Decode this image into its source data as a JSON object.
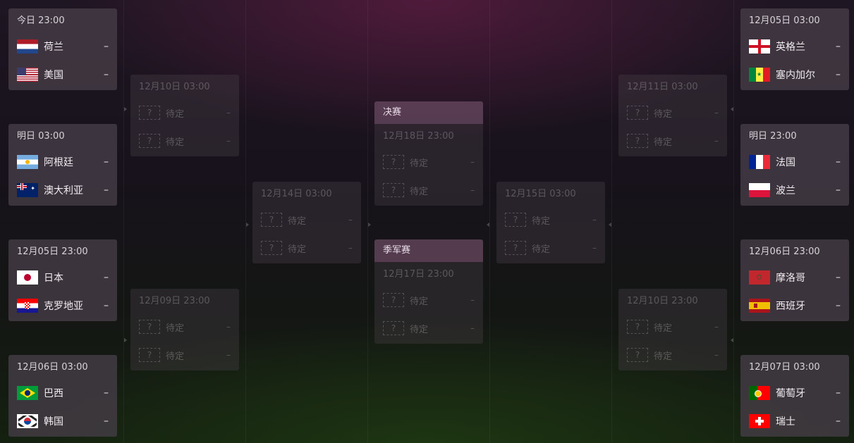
{
  "left_r16": [
    {
      "time": "今日 23:00",
      "teams": [
        {
          "name": "荷兰",
          "flag": "f-nl",
          "score": "–"
        },
        {
          "name": "美国",
          "flag": "f-us",
          "score": "–"
        }
      ]
    },
    {
      "time": "明日 03:00",
      "teams": [
        {
          "name": "阿根廷",
          "flag": "f-ar",
          "score": "–"
        },
        {
          "name": "澳大利亚",
          "flag": "f-au",
          "score": "–"
        }
      ]
    },
    {
      "time": "12月05日 23:00",
      "teams": [
        {
          "name": "日本",
          "flag": "f-jp",
          "score": "–"
        },
        {
          "name": "克罗地亚",
          "flag": "f-hr",
          "score": "–"
        }
      ]
    },
    {
      "time": "12月06日 03:00",
      "teams": [
        {
          "name": "巴西",
          "flag": "f-br",
          "score": "–"
        },
        {
          "name": "韩国",
          "flag": "f-kr",
          "score": "–"
        }
      ]
    }
  ],
  "right_r16": [
    {
      "time": "12月05日 03:00",
      "teams": [
        {
          "name": "英格兰",
          "flag": "f-en",
          "score": "–"
        },
        {
          "name": "塞内加尔",
          "flag": "f-sn",
          "score": "–"
        }
      ]
    },
    {
      "time": "明日 23:00",
      "teams": [
        {
          "name": "法国",
          "flag": "f-fr",
          "score": "–"
        },
        {
          "name": "波兰",
          "flag": "f-pl",
          "score": "–"
        }
      ]
    },
    {
      "time": "12月06日 23:00",
      "teams": [
        {
          "name": "摩洛哥",
          "flag": "f-ma",
          "score": "–"
        },
        {
          "name": "西班牙",
          "flag": "f-es",
          "score": "–"
        }
      ]
    },
    {
      "time": "12月07日 03:00",
      "teams": [
        {
          "name": "葡萄牙",
          "flag": "f-pt",
          "score": "–"
        },
        {
          "name": "瑞士",
          "flag": "f-ch",
          "score": "–"
        }
      ]
    }
  ],
  "left_qf": [
    {
      "time": "12月10日 03:00",
      "teams": [
        {
          "name": "待定",
          "score": "–"
        },
        {
          "name": "待定",
          "score": "–"
        }
      ]
    },
    {
      "time": "12月09日 23:00",
      "teams": [
        {
          "name": "待定",
          "score": "–"
        },
        {
          "name": "待定",
          "score": "–"
        }
      ]
    }
  ],
  "right_qf": [
    {
      "time": "12月11日 03:00",
      "teams": [
        {
          "name": "待定",
          "score": "–"
        },
        {
          "name": "待定",
          "score": "–"
        }
      ]
    },
    {
      "time": "12月10日 23:00",
      "teams": [
        {
          "name": "待定",
          "score": "–"
        },
        {
          "name": "待定",
          "score": "–"
        }
      ]
    }
  ],
  "left_sf": {
    "time": "12月14日 03:00",
    "teams": [
      {
        "name": "待定",
        "score": "–"
      },
      {
        "name": "待定",
        "score": "–"
      }
    ]
  },
  "right_sf": {
    "time": "12月15日 03:00",
    "teams": [
      {
        "name": "待定",
        "score": "–"
      },
      {
        "name": "待定",
        "score": "–"
      }
    ]
  },
  "final": {
    "title": "决赛",
    "time": "12月18日 23:00",
    "teams": [
      {
        "name": "待定",
        "score": "–"
      },
      {
        "name": "待定",
        "score": "–"
      }
    ]
  },
  "third_place": {
    "title": "季军赛",
    "time": "12月17日 23:00",
    "teams": [
      {
        "name": "待定",
        "score": "–"
      },
      {
        "name": "待定",
        "score": "–"
      }
    ]
  },
  "placeholder_flag": "?"
}
